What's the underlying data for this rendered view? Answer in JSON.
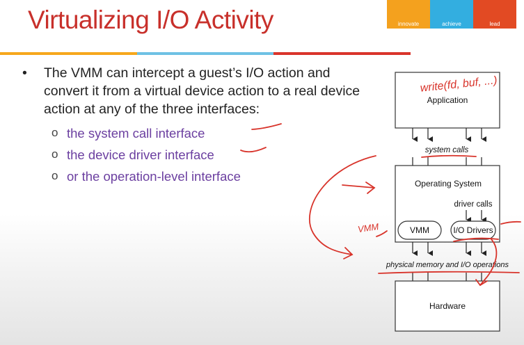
{
  "slide": {
    "title": "Virtualizing I/O Activity",
    "banner": [
      {
        "label": "innovate",
        "color": "#f4a11e"
      },
      {
        "label": "achieve",
        "color": "#33aee0"
      },
      {
        "label": "lead",
        "color": "#e24a23"
      }
    ],
    "rule_colors": [
      "#f6a71c",
      "#6ec1e4",
      "#d9342b"
    ],
    "bullet": {
      "symbol": "•",
      "text": "The VMM can intercept a guest’s I/O action and convert it from a virtual device action to a real device action at any of the three interfaces:"
    },
    "sub_bullets": [
      {
        "symbol": "o",
        "text": "the system call interface"
      },
      {
        "symbol": "o",
        "text": "the device driver interface"
      },
      {
        "symbol": "o",
        "text": "or the operation-level interface"
      }
    ]
  },
  "diagram": {
    "application": "Application",
    "system_calls": "system calls",
    "operating_system": "Operating System",
    "driver_calls": "driver calls",
    "vmm": "VMM",
    "io_drivers": "I/O Drivers",
    "physical_ops": "physical memory and I/O operations",
    "hardware": "Hardware"
  },
  "annotations": {
    "handwriting_top": "write(fd, buf, ...)",
    "handwriting_vmm": "VMM",
    "ink_color": "#d8332a"
  }
}
